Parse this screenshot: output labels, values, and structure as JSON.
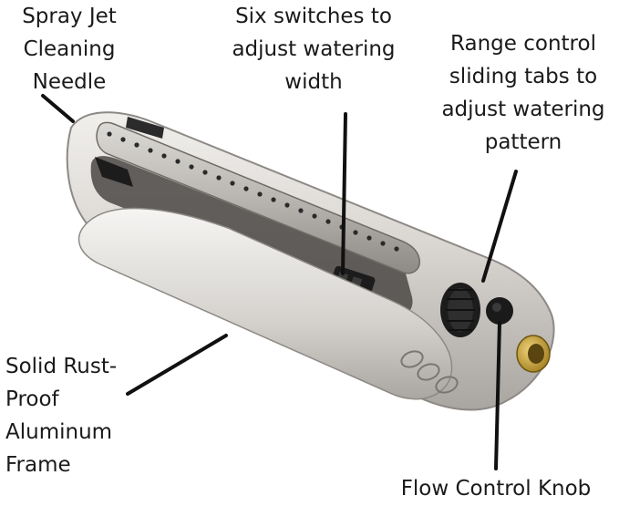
{
  "callouts": {
    "spray_jet": {
      "lines": [
        "Spray Jet",
        "Cleaning",
        "Needle"
      ]
    },
    "six_switches": {
      "lines": [
        "Six switches to",
        "adjust watering",
        "width"
      ]
    },
    "range_control": {
      "lines": [
        "Range control",
        "sliding tabs to",
        "adjust watering",
        "pattern"
      ]
    },
    "solid_frame": {
      "lines": [
        "Solid Rust-",
        "Proof",
        "Aluminum",
        "Frame"
      ]
    },
    "flow_knob": {
      "lines": [
        "Flow Control Knob"
      ]
    }
  },
  "colors": {
    "frame_light": "#e2e0dd",
    "frame_mid": "#c9c6c2",
    "frame_dark": "#9c9894",
    "black_part": "#1c1c1c",
    "brass": "#c9a233",
    "callout_line": "#111111"
  }
}
